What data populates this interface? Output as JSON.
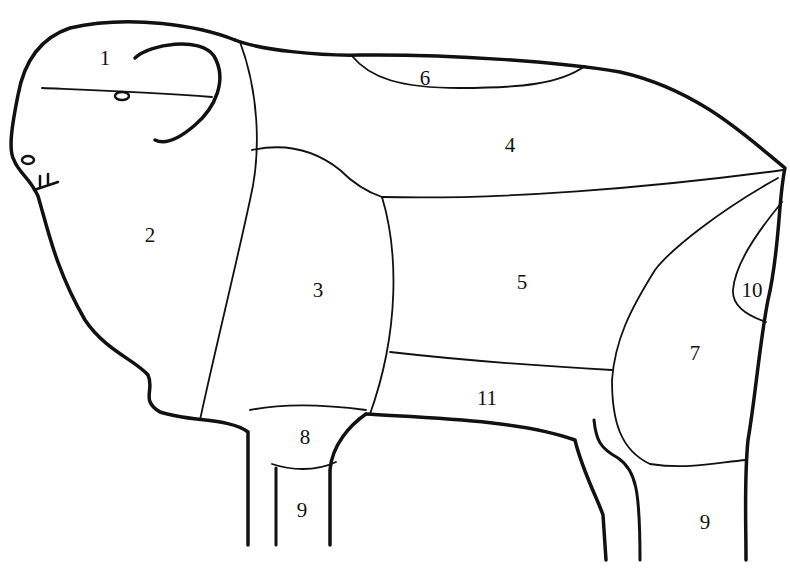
{
  "diagram": {
    "labels": [
      "1",
      "6",
      "4",
      "2",
      "3",
      "5",
      "10",
      "7",
      "11",
      "8",
      "9",
      "9"
    ]
  }
}
